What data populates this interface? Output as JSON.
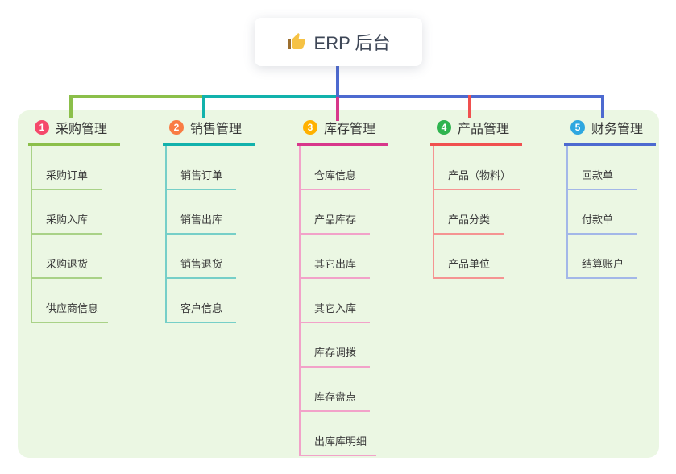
{
  "root": {
    "label": "ERP 后台",
    "icon": "thumbs-up-icon",
    "line_color": "#4d6ad0"
  },
  "panel_bg": "#ebf7e3",
  "branches": [
    {
      "index": "1",
      "label": "采购管理",
      "badge_color": "#f5496b",
      "accent_color": "#8bbf4a",
      "child_line_color": "#a9d287",
      "children": [
        "采购订单",
        "采购入库",
        "采购退货",
        "供应商信息"
      ]
    },
    {
      "index": "2",
      "label": "销售管理",
      "badge_color": "#f97c44",
      "accent_color": "#12b2ac",
      "child_line_color": "#76cfc8",
      "children": [
        "销售订单",
        "销售出库",
        "销售退货",
        "客户信息"
      ]
    },
    {
      "index": "3",
      "label": "库存管理",
      "badge_color": "#ffb100",
      "accent_color": "#d8378b",
      "child_line_color": "#f2a2c9",
      "children": [
        "仓库信息",
        "产品库存",
        "其它出库",
        "其它入库",
        "库存调拨",
        "库存盘点",
        "出库库明细"
      ]
    },
    {
      "index": "4",
      "label": "产品管理",
      "badge_color": "#2fb44f",
      "accent_color": "#f0504f",
      "child_line_color": "#f59492",
      "children": [
        "产品（物料）",
        "产品分类",
        "产品单位"
      ]
    },
    {
      "index": "5",
      "label": "财务管理",
      "badge_color": "#2ea7e0",
      "accent_color": "#4d6ad0",
      "child_line_color": "#a3b7e8",
      "children": [
        "回款单",
        "付款单",
        "结算账户"
      ]
    }
  ]
}
